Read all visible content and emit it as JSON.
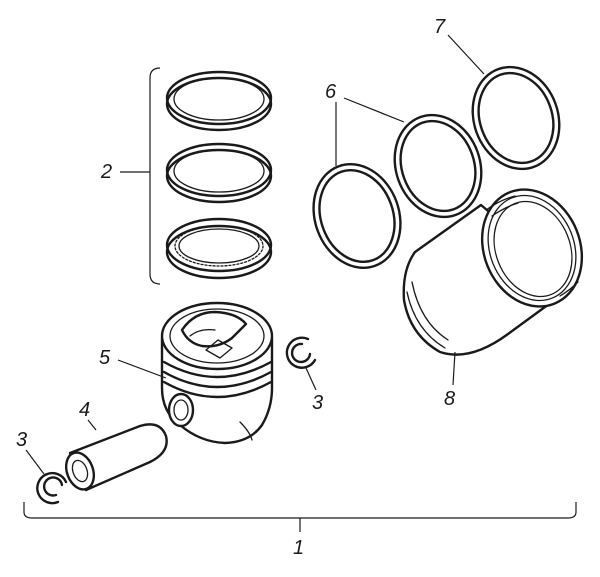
{
  "callouts": {
    "assembly": "1",
    "rings": "2",
    "circlip_left": "3",
    "circlip_right": "3",
    "pin": "4",
    "piston": "5",
    "seal_rings": "6",
    "seal_ring_top": "7",
    "liner": "8"
  },
  "colors": {
    "line": "#1a1a1a",
    "background": "#ffffff"
  }
}
